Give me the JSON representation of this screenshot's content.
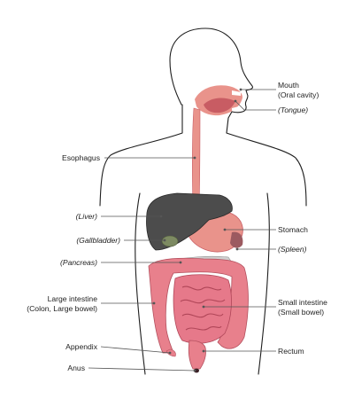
{
  "colors": {
    "liver": "#4c4c4c",
    "tract": "#e9938b",
    "tract_dark": "#c85c63",
    "intestine": "#e8808c",
    "gallbladder": "#7d8a62",
    "pancreas": "#cfcfcf",
    "spleen": "#9c5a60"
  },
  "labels": {
    "mouth_line1": "Mouth",
    "mouth_line2": "(Oral cavity)",
    "tongue": "(Tongue)",
    "esophagus": "Esophagus",
    "liver": "(Liver)",
    "stomach": "Stomach",
    "gallbladder": "(Gallbladder)",
    "spleen": "(Spleen)",
    "pancreas": "(Pancreas)",
    "large_intestine_line1": "Large intestine",
    "large_intestine_line2": "(Colon, Large bowel)",
    "small_intestine_line1": "Small intestine",
    "small_intestine_line2": "(Small bowel)",
    "appendix": "Appendix",
    "rectum": "Rectum",
    "anus": "Anus"
  }
}
